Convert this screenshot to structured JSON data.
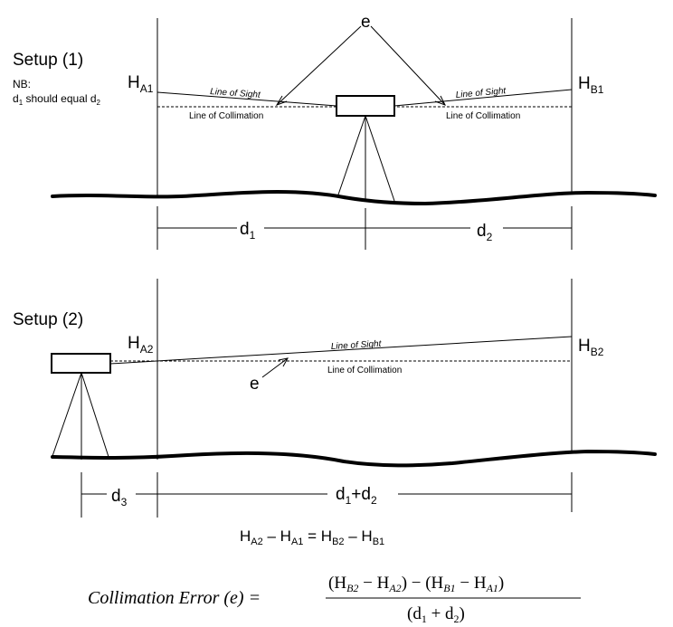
{
  "setup1": {
    "title": "Setup (1)",
    "note_line1": "NB:",
    "note_d": "d",
    "note_sub1": "1",
    "note_mid": " should equal d",
    "note_sub2": "2",
    "error_label": "e",
    "staff_a": {
      "main": "H",
      "sub": "A1"
    },
    "staff_b": {
      "main": "H",
      "sub": "B1"
    },
    "sight_left": "Line of Sight",
    "sight_right": "Line of Sight",
    "collimation_left": "Line of Collimation",
    "collimation_right": "Line of Collimation",
    "dist1": {
      "main": "d",
      "sub": "1"
    },
    "dist2": {
      "main": "d",
      "sub": "2"
    }
  },
  "setup2": {
    "title": "Setup (2)",
    "error_label": "e",
    "staff_a": {
      "main": "H",
      "sub": "A2"
    },
    "staff_b": {
      "main": "H",
      "sub": "B2"
    },
    "sight": "Line of Sight",
    "collimation": "Line of Collimation",
    "dist3": {
      "main": "d",
      "sub": "3"
    },
    "dist12": {
      "d1": "d",
      "s1": "1",
      "plus": "+d",
      "s2": "2"
    }
  },
  "equation1": {
    "h1": "H",
    "s1": "A2",
    "op1": " – H",
    "s2": "A1",
    "eq": " = H",
    "s3": "B2",
    "op2": " – H",
    "s4": "B1"
  },
  "equation2": {
    "lhs": "Collimation Error (e) =",
    "num_open1": "(H",
    "num_sub1": "B2",
    "num_mid1": " − H",
    "num_sub2": "A2",
    "num_minus": ") − (H",
    "num_sub3": "B1",
    "num_mid2": " − H",
    "num_sub4": "A1",
    "num_close": ")",
    "den_open": "(d",
    "den_sub1": "1",
    "den_plus": " + d",
    "den_sub2": "2",
    "den_close": ")"
  }
}
